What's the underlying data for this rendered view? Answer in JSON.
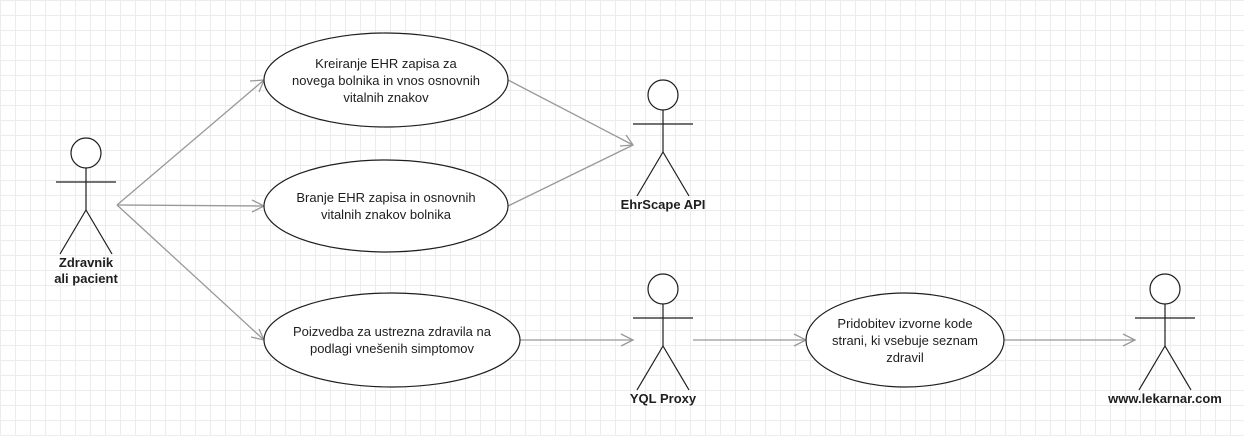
{
  "actors": {
    "user": {
      "label": "Zdravnik\nali pacient"
    },
    "ehrscape": {
      "label": "EhrScape API"
    },
    "yql": {
      "label": "YQL Proxy"
    },
    "lekarnar": {
      "label": "www.lekarnar.com"
    }
  },
  "use_cases": {
    "create": {
      "label": "Kreiranje EHR zapisa za\nnovega bolnika in vnos osnovnih\nvitalnih znakov"
    },
    "read": {
      "label": "Branje EHR zapisa in osnovnih\nvitalnih znakov bolnika"
    },
    "query": {
      "label": "Poizvedba za ustrezna zdravila na\npodlagi vnešenih simptomov"
    },
    "fetch": {
      "label": "Pridobitev izvorne kode\nstrani, ki vsebuje seznam\nzdravil"
    }
  },
  "colors": {
    "stroke": "#1e1e1e",
    "connector": "#999999",
    "grid": "#ececec"
  }
}
